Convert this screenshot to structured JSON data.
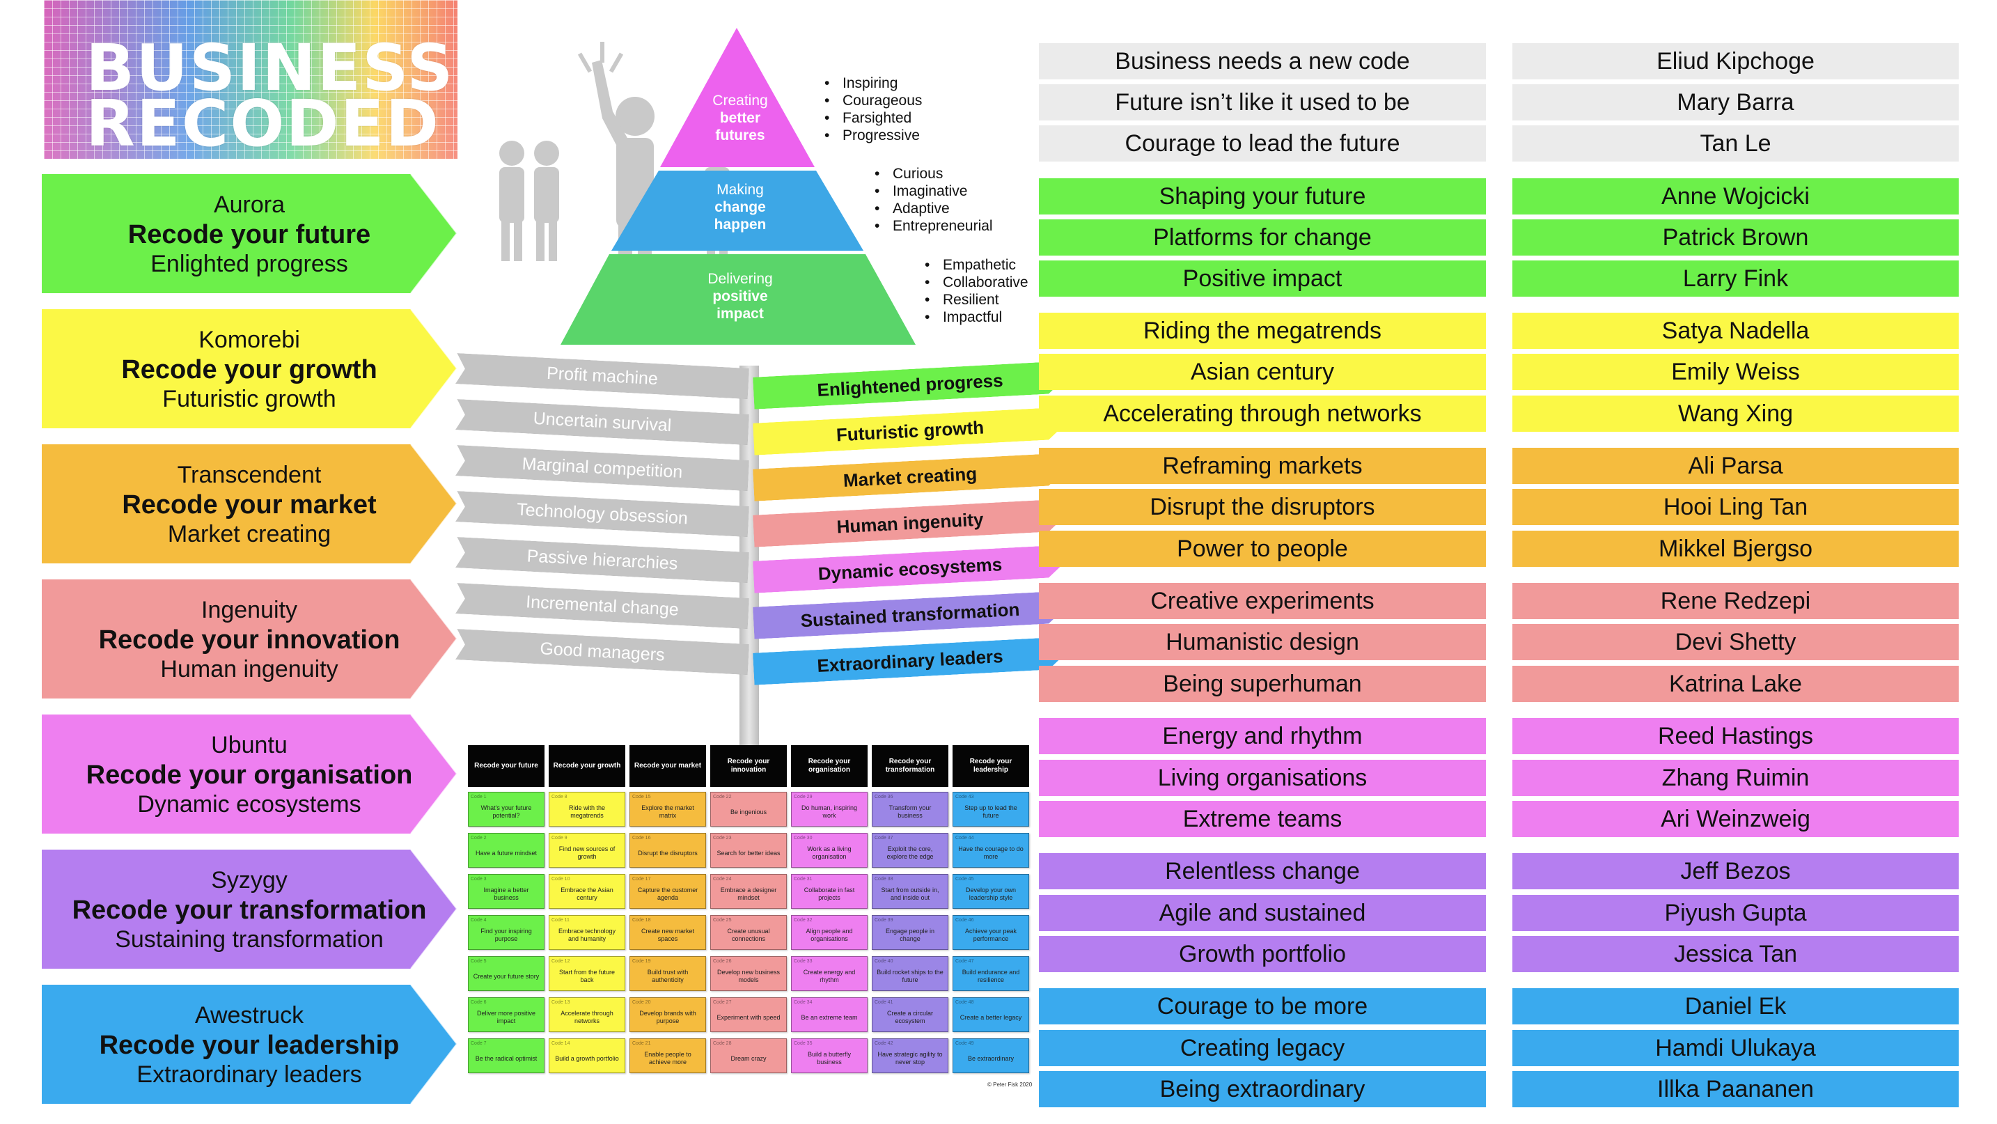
{
  "logo": {
    "line1": "BUSINESS",
    "line2": "RECODED"
  },
  "colors": {
    "green": "#6cf04a",
    "yellow": "#fbf846",
    "orange": "#f5bc3e",
    "pink": "#f19a9a",
    "magenta": "#ee7ff0",
    "purple": "#b57ef0",
    "blue": "#3aaaee",
    "grey": "#ebebeb",
    "pyr_top": "#ed62ee",
    "pyr_mid": "#3da7e6",
    "pyr_bot": "#5ad56a"
  },
  "left_arrows": [
    {
      "name": "Aurora",
      "title": "Recode your future",
      "sub": "Enlighted progress",
      "color": "#6cf04a"
    },
    {
      "name": "Komorebi",
      "title": "Recode your growth",
      "sub": "Futuristic growth",
      "color": "#fbf846"
    },
    {
      "name": "Transcendent",
      "title": "Recode your market",
      "sub": "Market creating",
      "color": "#f5bc3e"
    },
    {
      "name": "Ingenuity",
      "title": "Recode your innovation",
      "sub": "Human ingenuity",
      "color": "#f19a9a"
    },
    {
      "name": "Ubuntu",
      "title": "Recode your organisation",
      "sub": "Dynamic ecosystems",
      "color": "#ee7ff0"
    },
    {
      "name": "Syzygy",
      "title": "Recode your transformation",
      "sub": "Sustaining transformation",
      "color": "#b57ef0"
    },
    {
      "name": "Awestruck",
      "title": "Recode your leadership",
      "sub": "Extraordinary leaders",
      "color": "#3aaaee"
    }
  ],
  "pyramid": {
    "top": {
      "l1": "Creating",
      "l2": "better",
      "l3": "futures",
      "bullets": [
        "Inspiring",
        "Courageous",
        "Farsighted",
        "Progressive"
      ]
    },
    "mid": {
      "l1": "Making",
      "l2": "change",
      "l3": "happen",
      "bullets": [
        "Curious",
        "Imaginative",
        "Adaptive",
        "Entrepreneurial"
      ]
    },
    "bot": {
      "l1": "Delivering",
      "l2": "positive",
      "l3": "impact",
      "bullets": [
        "Empathetic",
        "Collaborative",
        "Resilient",
        "Impactful"
      ]
    }
  },
  "left_signs": [
    "Profit machine",
    "Uncertain survival",
    "Marginal competition",
    "Technology obsession",
    "Passive hierarchies",
    "Incremental change",
    "Good managers"
  ],
  "right_signs": [
    {
      "label": "Enlightened progress",
      "color": "#6cf04a"
    },
    {
      "label": "Futuristic growth",
      "color": "#fbf846"
    },
    {
      "label": "Market creating",
      "color": "#f5bc3e"
    },
    {
      "label": "Human ingenuity",
      "color": "#f19a9a"
    },
    {
      "label": "Dynamic ecosystems",
      "color": "#ee7ff0"
    },
    {
      "label": "Sustained transformation",
      "color": "#9b86e6"
    },
    {
      "label": "Extraordinary leaders",
      "color": "#3aaaee"
    }
  ],
  "themes_column": [
    {
      "items": [
        "Business needs a new code",
        "Future isn’t like it used to be",
        "Courage to lead the future"
      ],
      "color": "#ebebeb"
    },
    {
      "items": [
        "Shaping your future",
        "Platforms for change",
        "Positive impact"
      ],
      "color": "#6cf04a"
    },
    {
      "items": [
        "Riding the megatrends",
        "Asian century",
        "Accelerating through networks"
      ],
      "color": "#fbf846"
    },
    {
      "items": [
        "Reframing markets",
        "Disrupt the disruptors",
        "Power to people"
      ],
      "color": "#f5bc3e"
    },
    {
      "items": [
        "Creative experiments",
        "Humanistic design",
        "Being superhuman"
      ],
      "color": "#f19a9a"
    },
    {
      "items": [
        "Energy and rhythm",
        "Living organisations",
        "Extreme teams"
      ],
      "color": "#ee7ff0"
    },
    {
      "items": [
        "Relentless change",
        "Agile and sustained",
        "Growth portfolio"
      ],
      "color": "#b57ef0"
    },
    {
      "items": [
        "Courage to be more",
        "Creating legacy",
        "Being extraordinary"
      ],
      "color": "#3aaaee"
    }
  ],
  "people_column": [
    {
      "items": [
        "Eliud Kipchoge",
        "Mary Barra",
        "Tan Le"
      ],
      "color": "#ebebeb"
    },
    {
      "items": [
        "Anne Wojcicki",
        "Patrick Brown",
        "Larry Fink"
      ],
      "color": "#6cf04a"
    },
    {
      "items": [
        "Satya Nadella",
        "Emily Weiss",
        "Wang Xing"
      ],
      "color": "#fbf846"
    },
    {
      "items": [
        "Ali Parsa",
        "Hooi Ling Tan",
        "Mikkel Bjergso"
      ],
      "color": "#f5bc3e"
    },
    {
      "items": [
        "Rene Redzepi",
        "Devi Shetty",
        "Katrina Lake"
      ],
      "color": "#f19a9a"
    },
    {
      "items": [
        "Reed Hastings",
        "Zhang Ruimin",
        "Ari Weinzweig"
      ],
      "color": "#ee7ff0"
    },
    {
      "items": [
        "Jeff Bezos",
        "Piyush Gupta",
        "Jessica Tan"
      ],
      "color": "#b57ef0"
    },
    {
      "items": [
        "Daniel Ek",
        "Hamdi Ulukaya",
        "Illka Paananen"
      ],
      "color": "#3aaaee"
    }
  ],
  "card_columns": [
    {
      "header": "Recode your future",
      "color": "#6cf04a",
      "cards": [
        {
          "code": "Code 1",
          "text": "What's your future potential?"
        },
        {
          "code": "Code 2",
          "text": "Have a future mindset"
        },
        {
          "code": "Code 3",
          "text": "Imagine a better business"
        },
        {
          "code": "Code 4",
          "text": "Find your inspiring purpose"
        },
        {
          "code": "Code 5",
          "text": "Create your future story"
        },
        {
          "code": "Code 6",
          "text": "Deliver more positive impact"
        },
        {
          "code": "Code 7",
          "text": "Be the radical optimist"
        }
      ]
    },
    {
      "header": "Recode your growth",
      "color": "#fbf846",
      "cards": [
        {
          "code": "Code 8",
          "text": "Ride with the megatrends"
        },
        {
          "code": "Code 9",
          "text": "Find new sources of growth"
        },
        {
          "code": "Code 10",
          "text": "Embrace the Asian century"
        },
        {
          "code": "Code 11",
          "text": "Embrace technology and humanity"
        },
        {
          "code": "Code 12",
          "text": "Start from the future back"
        },
        {
          "code": "Code 13",
          "text": "Accelerate through networks"
        },
        {
          "code": "Code 14",
          "text": "Build a growth portfolio"
        }
      ]
    },
    {
      "header": "Recode your market",
      "color": "#f5bc3e",
      "cards": [
        {
          "code": "Code 15",
          "text": "Explore the market matrix"
        },
        {
          "code": "Code 16",
          "text": "Disrupt the disruptors"
        },
        {
          "code": "Code 17",
          "text": "Capture the customer agenda"
        },
        {
          "code": "Code 18",
          "text": "Create new market spaces"
        },
        {
          "code": "Code 19",
          "text": "Build trust with authenticity"
        },
        {
          "code": "Code 20",
          "text": "Develop brands with purpose"
        },
        {
          "code": "Code 21",
          "text": "Enable people to achieve more"
        }
      ]
    },
    {
      "header": "Recode your innovation",
      "color": "#f19a9a",
      "cards": [
        {
          "code": "Code 22",
          "text": "Be ingenious"
        },
        {
          "code": "Code 23",
          "text": "Search for better ideas"
        },
        {
          "code": "Code 24",
          "text": "Embrace a designer mindset"
        },
        {
          "code": "Code 25",
          "text": "Create unusual connections"
        },
        {
          "code": "Code 26",
          "text": "Develop new business models"
        },
        {
          "code": "Code 27",
          "text": "Experiment with speed"
        },
        {
          "code": "Code 28",
          "text": "Dream crazy"
        }
      ]
    },
    {
      "header": "Recode your organisation",
      "color": "#ee7ff0",
      "cards": [
        {
          "code": "Code 29",
          "text": "Do human, inspiring work"
        },
        {
          "code": "Code 30",
          "text": "Work as a living organisation"
        },
        {
          "code": "Code 31",
          "text": "Collaborate in fast projects"
        },
        {
          "code": "Code 32",
          "text": "Align people and organisations"
        },
        {
          "code": "Code 33",
          "text": "Create energy and rhythm"
        },
        {
          "code": "Code 34",
          "text": "Be an extreme team"
        },
        {
          "code": "Code 35",
          "text": "Build a butterfly business"
        }
      ]
    },
    {
      "header": "Recode your transformation",
      "color": "#9b86e6",
      "cards": [
        {
          "code": "Code 36",
          "text": "Transform your business"
        },
        {
          "code": "Code 37",
          "text": "Exploit the core, explore the edge"
        },
        {
          "code": "Code 38",
          "text": "Start from outside in, and inside out"
        },
        {
          "code": "Code 39",
          "text": "Engage people in change"
        },
        {
          "code": "Code 40",
          "text": "Build rocket ships to the future"
        },
        {
          "code": "Code 41",
          "text": "Create a circular ecosystem"
        },
        {
          "code": "Code 42",
          "text": "Have strategic agility to never stop"
        }
      ]
    },
    {
      "header": "Recode your leadership",
      "color": "#3aaaee",
      "cards": [
        {
          "code": "Code 43",
          "text": "Step up to lead the future"
        },
        {
          "code": "Code 44",
          "text": "Have the courage to do more"
        },
        {
          "code": "Code 45",
          "text": "Develop your own leadership style"
        },
        {
          "code": "Code 46",
          "text": "Achieve your peak performance"
        },
        {
          "code": "Code 47",
          "text": "Build endurance and resilience"
        },
        {
          "code": "Code 48",
          "text": "Create a better legacy"
        },
        {
          "code": "Code 49",
          "text": "Be extraordinary"
        }
      ]
    }
  ],
  "copyright": "© Peter Fisk 2020"
}
